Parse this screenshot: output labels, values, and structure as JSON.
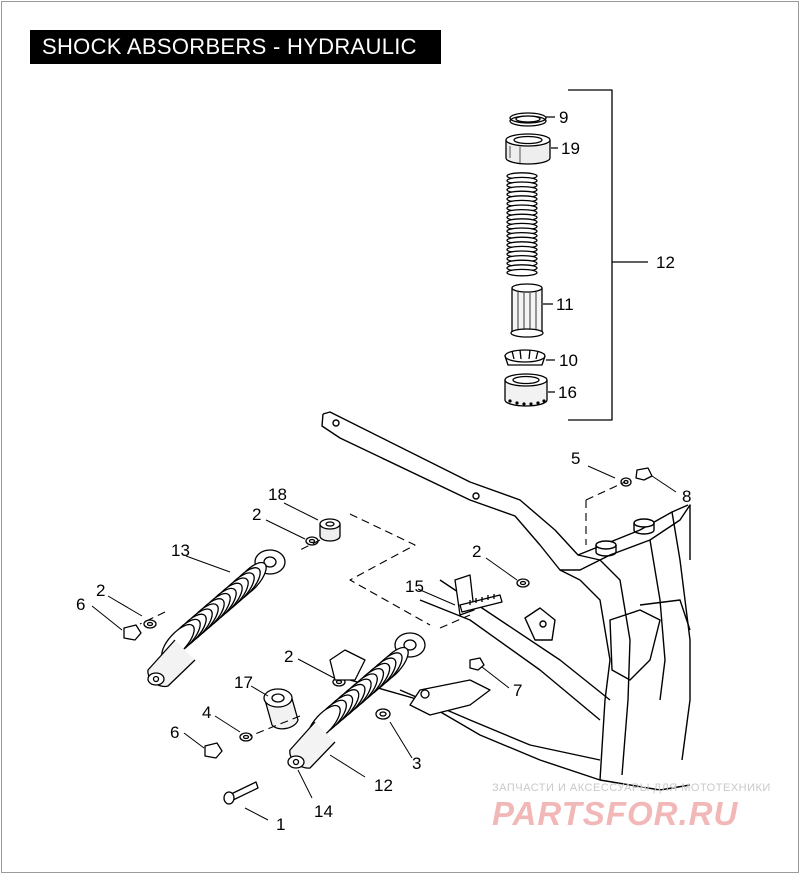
{
  "title": "SHOCK ABSORBERS - HYDRAULIC",
  "callouts": {
    "c9": "9",
    "c19": "19",
    "c12a": "12",
    "c11": "11",
    "c10": "10",
    "c16": "16",
    "c5": "5",
    "c8": "8",
    "c18": "18",
    "c2a": "2",
    "c2b": "2",
    "c13": "13",
    "c2c": "2",
    "c6a": "6",
    "c15": "15",
    "c2d": "2",
    "c7": "7",
    "c17": "17",
    "c4": "4",
    "c6b": "6",
    "c3": "3",
    "c12b": "12",
    "c14": "14",
    "c1": "1"
  },
  "watermark": {
    "tagline": "ЗАПЧАСТИ И АКСЕССУАРЫ ДЛЯ МОТОТЕХНИКИ",
    "brand": "PARTSFOR.RU"
  }
}
